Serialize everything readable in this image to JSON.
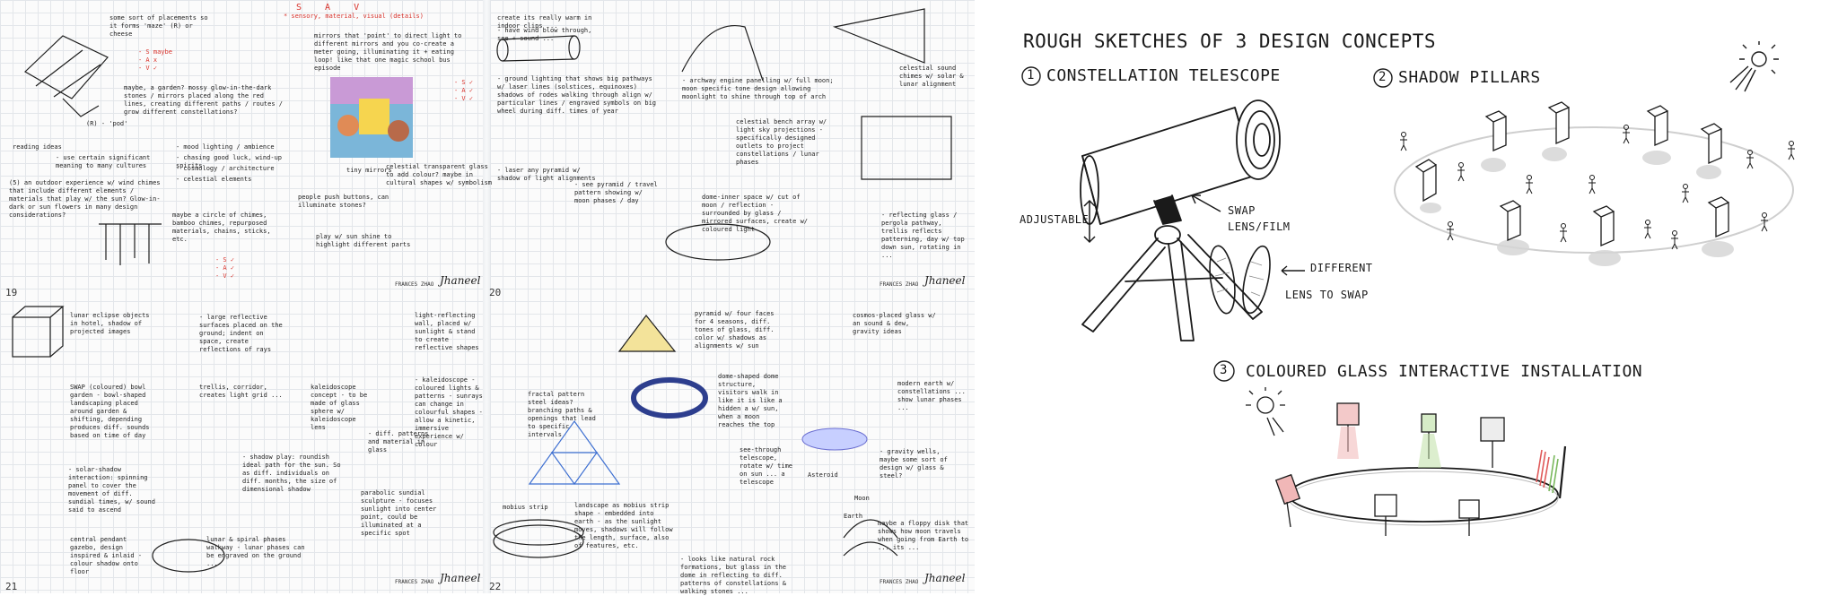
{
  "sketchbook": {
    "page_numbers": [
      "19",
      "20",
      "21",
      "22"
    ],
    "red_heading": "S A V",
    "red_subheading": "* sensory, material, visual (details)",
    "notes": [
      "some sort of placements so it forms 'maze' (R) or cheese",
      "- S maybe\n- A x\n- V ✓",
      "mirrors that 'point' to direct light to different mirrors and you co-create a meter going, illuminating it + eating loop! like that one magic school bus episode",
      "- S ✓\n- A ✓\n- V ✓",
      "maybe, a garden? mossy glow-in-the-dark stones / mirrors placed along the red lines, creating different paths / routes / grow different constellations?",
      "(R) - 'pod'",
      "reading ideas",
      "- mood lighting / ambience",
      "- use certain significant meaning to many cultures",
      "- chasing good luck, wind-up spirits",
      "- cosmology / architecture",
      "- celestial elements",
      "(5) an outdoor experience w/ wind chimes that include different elements / materials that play w/ the sun? Glow-in-dark or sun flowers in many design considerations?",
      "maybe a circle of chimes, bamboo chimes, repurposed materials, chains, sticks, etc.",
      "- S ✓\n- A ✓\n- V ✓",
      "people push buttons, can illuminate stones?",
      "play w/ sun shine to highlight different parts",
      "tiny mirrors",
      "celestial transparent glass to add colour? maybe in cultural shapes w/ symbolism",
      "create its really warm in indoor clips ...",
      "- have wind blow through, see + sound ...",
      "- ground lighting that shows big pathways w/ laser lines (solstices, equinoxes) shadows of rodes walking through align w/ particular lines / engraved symbols on big wheel during diff. times of year",
      "- laser any pyramid w/ shadow of light alignments",
      "- see pyramid / travel pattern showing w/ moon phases / day",
      "- archway engine panelling w/ full moon; moon specific tone design allowing moonlight to shine through top of arch",
      "celestial bench array w/ light sky projections - specifically designed outlets to project constellations / lunar phases",
      "dome-inner space w/ cut of moon / reflection - surrounded by glass / mirrored surfaces, create w/ coloured light",
      "celestial sound chimes w/ solar & lunar alignment",
      "- reflecting glass / pergola pathway, trellis reflects patterning, day w/ top down sun, rotating in ...",
      "lunar eclipse objects in hotel, shadow of projected images",
      "- large reflective surfaces placed on the ground; indent on space, create reflections of rays",
      "light-reflecting wall, placed w/ sunlight & stand to create reflective shapes",
      "trellis, corridor, creates light grid ...",
      "SWAP (coloured) bowl garden - bowl-shaped landscaping placed around garden & shifting, depending produces diff. sounds based on time of day",
      "kaleidoscope concept - to be made of glass sphere w/ kaleidoscope lens",
      "- shadow play: roundish ideal path for the sun. So as diff. individuals on diff. months, the size of dimensional shadow",
      "- solar-shadow interaction: spinning panel to cover the movement of diff. sundial times, w/ sound said to ascend",
      "fractal pattern steel ideas? branching paths & openings that lead to specific intervals",
      "- kaleidoscope - coloured lights & patterns - sunrays can change in colourful shapes - allow a kinetic, immersive experience w/ colour",
      "- diff. patterns and material in glass",
      "parabolic sundial sculpture - focuses sunlight into center point, could be illuminated at a specific spot",
      "central pendant gazebo, design inspired & inlaid - colour shadow onto floor",
      "lunar & spiral phases walkway - lunar phases can be engraved on the ground ...",
      "pyramid w/ four faces for 4 seasons, diff. tones of glass, diff. color w/ shadows as alignments w/ sun",
      "dome-shaped dome structure, visitors walk in like it is like a hidden a w/ sun, when a moon reaches the top",
      "see-through telescope, rotate w/ time on sun ... a telescope",
      "cosmos-placed glass w/ an sound & dew, gravity ideas",
      "mobius strip",
      "landscape as mobius strip shape - embedded into earth - as the sunlight moves, shadows will follow the length, surface, also of features, etc.",
      "- looks like natural rock formations, but glass in the dome in reflecting to diff. patterns of constellations & walking stones ...",
      "modern earth w/ constellations ... show lunar phases ...",
      "- gravity wells, maybe some sort of design w/ glass & steel?",
      "Earth",
      "Moon",
      "maybe a floppy disk that shows how moon travels when going from Earth to ... its ...",
      "Asteroid"
    ],
    "signature": "Jhaneel",
    "signature_name": "FRANCES ZHAO"
  },
  "board": {
    "title": "ROUGH SKETCHES OF 3 DESIGN CONCEPTS",
    "concepts": [
      {
        "number": "1",
        "title": "CONSTELLATION TELESCOPE"
      },
      {
        "number": "2",
        "title": "SHADOW PILLARS"
      },
      {
        "number": "3",
        "title": "COLOURED GLASS INTERACTIVE INSTALLATION"
      }
    ],
    "telescope_labels": {
      "adjustable": "ADJUSTABLE",
      "swap_line1": "SWAP",
      "swap_line2": "LENS/FILM",
      "different": "DIFFERENT",
      "lens_to_swap": "LENS TO SWAP"
    },
    "colors": {
      "ink": "#1a1a1a",
      "pencil_gray": "#9b9b9b",
      "red_note": "#d8322b",
      "glass_red": "#e05a5a",
      "glass_green": "#7ab85d",
      "shadow_gray": "#d0d0d0"
    }
  }
}
